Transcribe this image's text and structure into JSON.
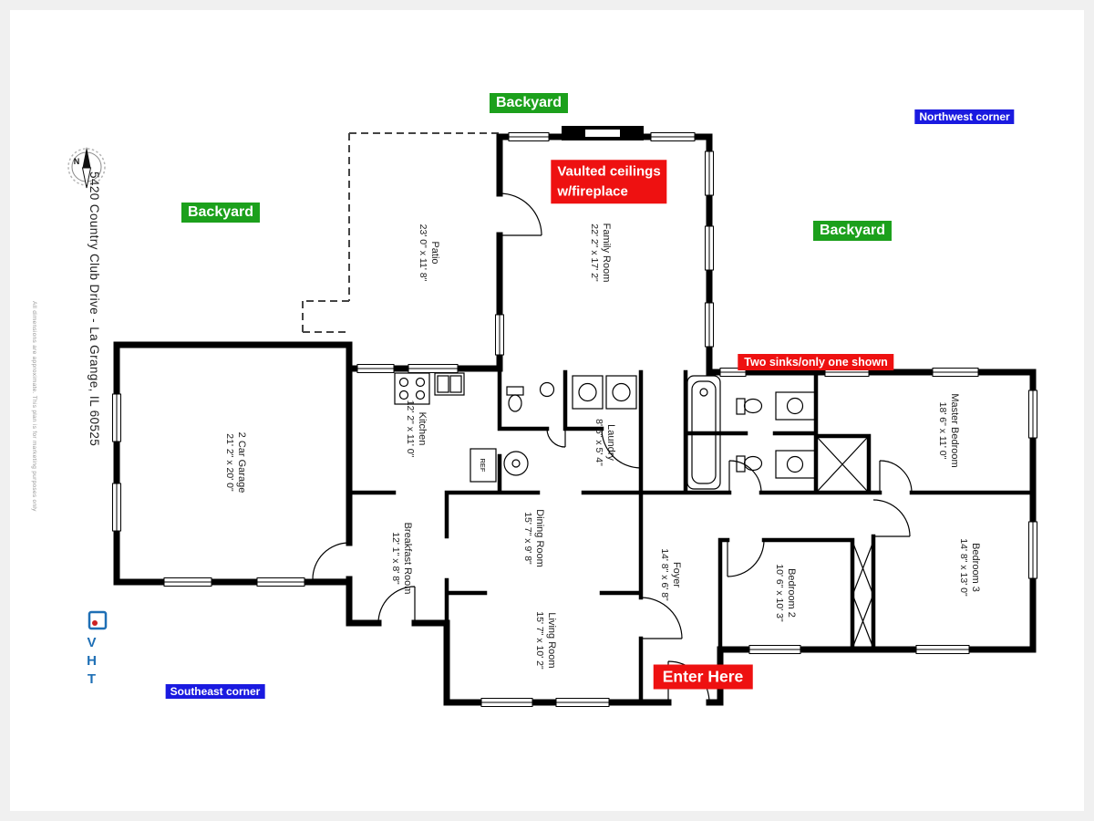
{
  "page": {
    "address": "5420 Country Club Drive - La Grange, IL 60525",
    "disclaimer": "All dimensions are approximate. This plan is for marketing purposes only",
    "compass_label": "N",
    "logo_text": "VHT"
  },
  "annotations": {
    "backyard_top": "Backyard",
    "backyard_left": "Backyard",
    "backyard_right": "Backyard",
    "northwest_corner": "Northwest corner",
    "southeast_corner": "Southeast corner",
    "vaulted_1": "Vaulted ceilings",
    "vaulted_2": "w/fireplace",
    "two_sinks": "Two sinks/only one shown",
    "enter_here": "Enter Here"
  },
  "fixtures": {
    "fridge_label": "REF"
  },
  "colors": {
    "label_green": "#1CA01C",
    "label_blue": "#1A1AE0",
    "label_red": "#EE1111",
    "wall": "#000000",
    "logo_blue": "#1E6FB5"
  },
  "rooms": [
    {
      "name": "Patio",
      "dims": "23' 0\" x 11' 8\""
    },
    {
      "name": "Family Room",
      "dims": "22' 2\" x 17' 2\""
    },
    {
      "name": "Kitchen",
      "dims": "12' 2\" x 11' 0\""
    },
    {
      "name": "2 Car Garage",
      "dims": "21' 2\" x 20' 0\""
    },
    {
      "name": "Laundry",
      "dims": "8' 6\" x 5' 4\""
    },
    {
      "name": "Master Bedroom",
      "dims": "18' 6\" x 11' 0\""
    },
    {
      "name": "Breakfast Room",
      "dims": "12' 1\" x 8' 8\""
    },
    {
      "name": "Dining Room",
      "dims": "15' 7\" x 9' 8\""
    },
    {
      "name": "Foyer",
      "dims": "14' 8\" x 6' 8\""
    },
    {
      "name": "Bedroom 2",
      "dims": "10' 6\" x 10' 3\""
    },
    {
      "name": "Bedroom 3",
      "dims": "14' 8\" x 13' 0\""
    },
    {
      "name": "Living Room",
      "dims": "15' 7\" x 10' 2\""
    }
  ]
}
